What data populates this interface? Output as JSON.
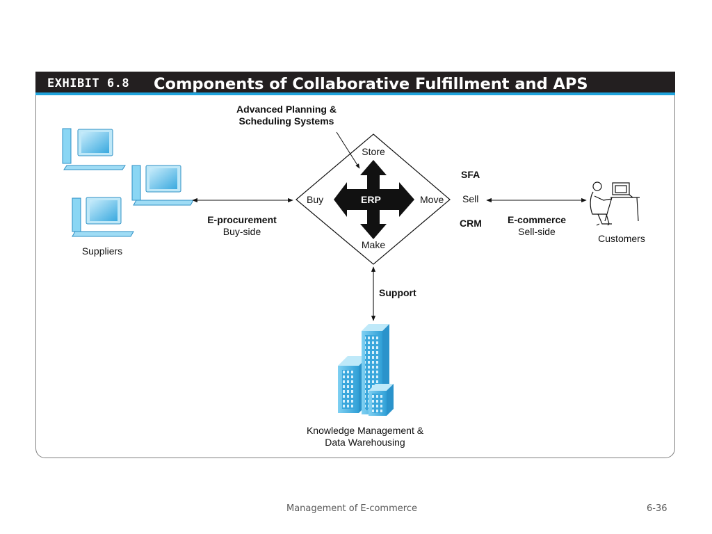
{
  "header": {
    "exhibit_number": "EXHIBIT 6.8",
    "title": "Components of Collaborative Fulfillment and APS"
  },
  "diagram": {
    "aps_label": "Advanced Planning &\nScheduling Systems",
    "erp_label": "ERP",
    "directions": {
      "top": "Store",
      "left": "Buy",
      "right": "Move",
      "bottom": "Make"
    },
    "sell_side": {
      "top": "SFA",
      "middle": "Sell",
      "bottom": "CRM"
    },
    "left_link": {
      "title": "E-procurement",
      "subtitle": "Buy-side"
    },
    "right_link": {
      "title": "E-commerce",
      "subtitle": "Sell-side"
    },
    "bottom_link": "Support",
    "suppliers_label": "Suppliers",
    "customers_label": "Customers",
    "warehouse_label": "Knowledge Management &\nData Warehousing"
  },
  "colors": {
    "header_bg": "#231f20",
    "header_rule": "#1fa3dc",
    "icon_blue": "#39aee3"
  },
  "footer": {
    "course": "Management of E-commerce",
    "page": "6-36"
  }
}
